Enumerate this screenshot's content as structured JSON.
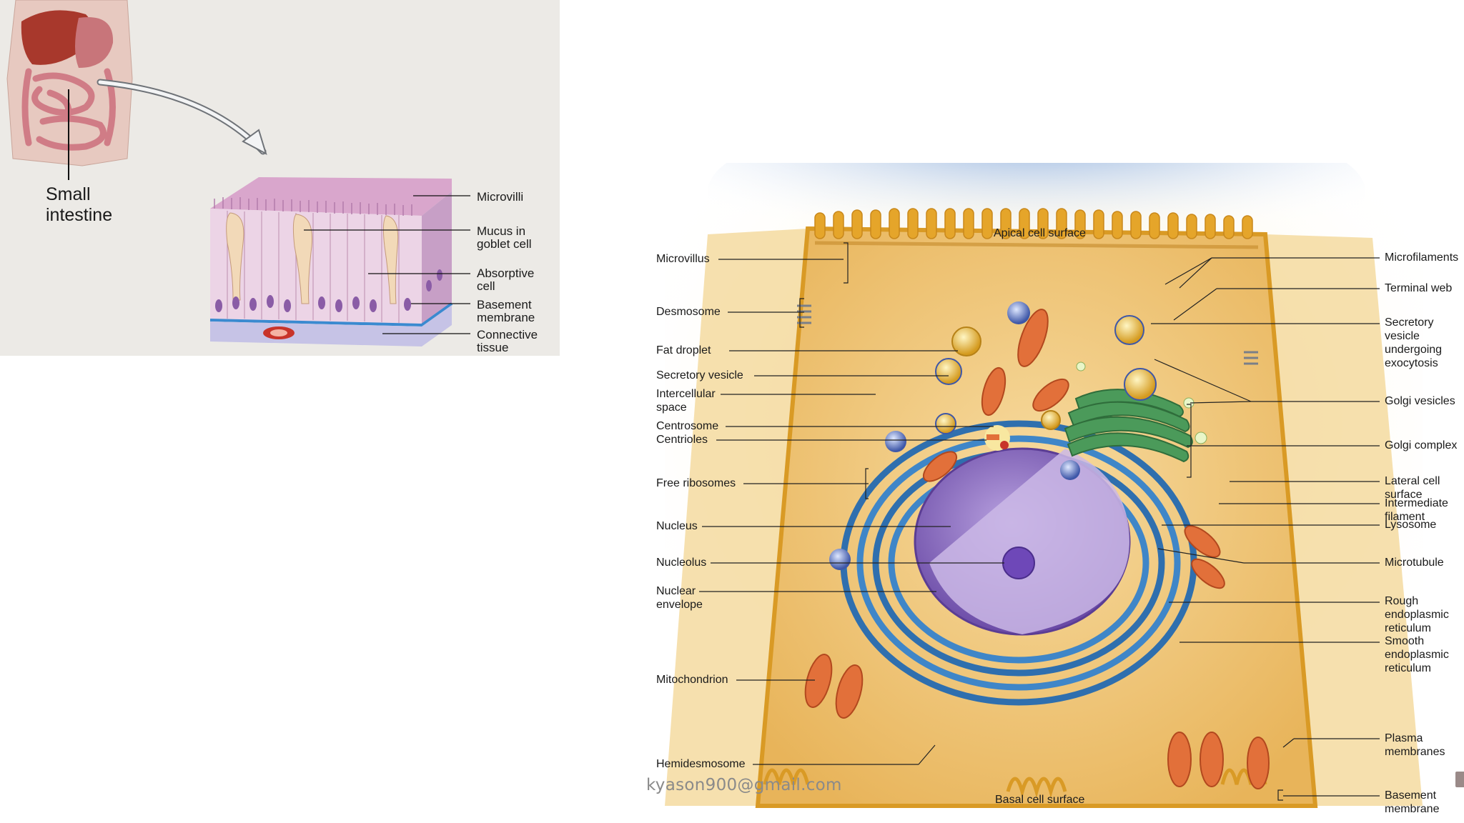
{
  "left": {
    "organ_label": "Small\nintestine",
    "labels": {
      "microvilli": "Microvilli",
      "mucus": "Mucus in\ngoblet cell",
      "absorptive": "Absorptive\ncell",
      "basement": "Basement\nmembrane",
      "connective": "Connective\ntissue"
    }
  },
  "cell": {
    "top_label": "Apical cell surface",
    "bottom_label": "Basal cell surface",
    "left_labels": {
      "microvillus": "Microvillus",
      "desmosome": "Desmosome",
      "fat_droplet": "Fat droplet",
      "secretory_vesicle": "Secretory vesicle",
      "intercellular_space": "Intercellular\nspace",
      "centrosome": "Centrosome",
      "centrioles": "Centrioles",
      "free_ribosomes": "Free ribosomes",
      "nucleus": "Nucleus",
      "nucleolus": "Nucleolus",
      "nuclear_envelope": "Nuclear\nenvelope",
      "mitochondrion": "Mitochondrion",
      "hemidesmosome": "Hemidesmosome"
    },
    "right_labels": {
      "microfilaments": "Microfilaments",
      "terminal_web": "Terminal web",
      "secretory_exocytosis": "Secretory vesicle\nundergoing\nexocytosis",
      "golgi_vesicles": "Golgi vesicles",
      "golgi_complex": "Golgi complex",
      "lateral_surface": "Lateral cell surface",
      "intermediate_filament": "Intermediate filament",
      "lysosome": "Lysosome",
      "microtubule": "Microtubule",
      "rough_er": "Rough endoplasmic\nreticulum",
      "smooth_er": "Smooth endoplasmic\nreticulum",
      "plasma_membranes": "Plasma membranes",
      "basement_membrane": "Basement\nmembrane"
    }
  },
  "watermark": "kyason900@gmail.com",
  "colors": {
    "cytoplasm": "#f2cf7e",
    "membrane": "#e5a52a",
    "nucleus": "#a98bd1",
    "er": "#2f6fae",
    "golgi": "#4b9a5a",
    "mitochondria": "#e2703a",
    "sky": "#8fb4e0"
  }
}
